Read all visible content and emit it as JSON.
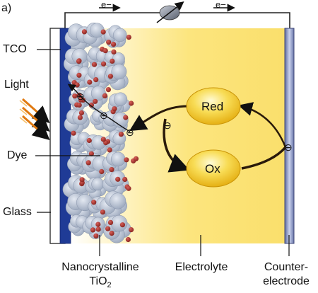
{
  "panel_label": "a)",
  "labels": {
    "tco": "TCO",
    "light": "Light",
    "dye": "Dye",
    "glass": "Glass",
    "nano_line1": "Nanocrystalline",
    "nano_line2": "TiO",
    "nano_sub": "2",
    "electrolyte": "Electrolyte",
    "counter_line1": "Counter-",
    "counter_line2": "electrode"
  },
  "circuit": {
    "electron_left": "e−",
    "electron_right": "e−"
  },
  "redox": {
    "red": "Red",
    "ox": "Ox"
  },
  "electron_symbol": "⊖",
  "colors": {
    "electrolyte_yellow": "#FBE27A",
    "tco_blue": "#1F3B96",
    "particle_gray": "#B9C3D4",
    "dye_red": "#A8302A",
    "counter_electrode": "#9AA6CF",
    "redox_orb": "#F4C20D"
  }
}
